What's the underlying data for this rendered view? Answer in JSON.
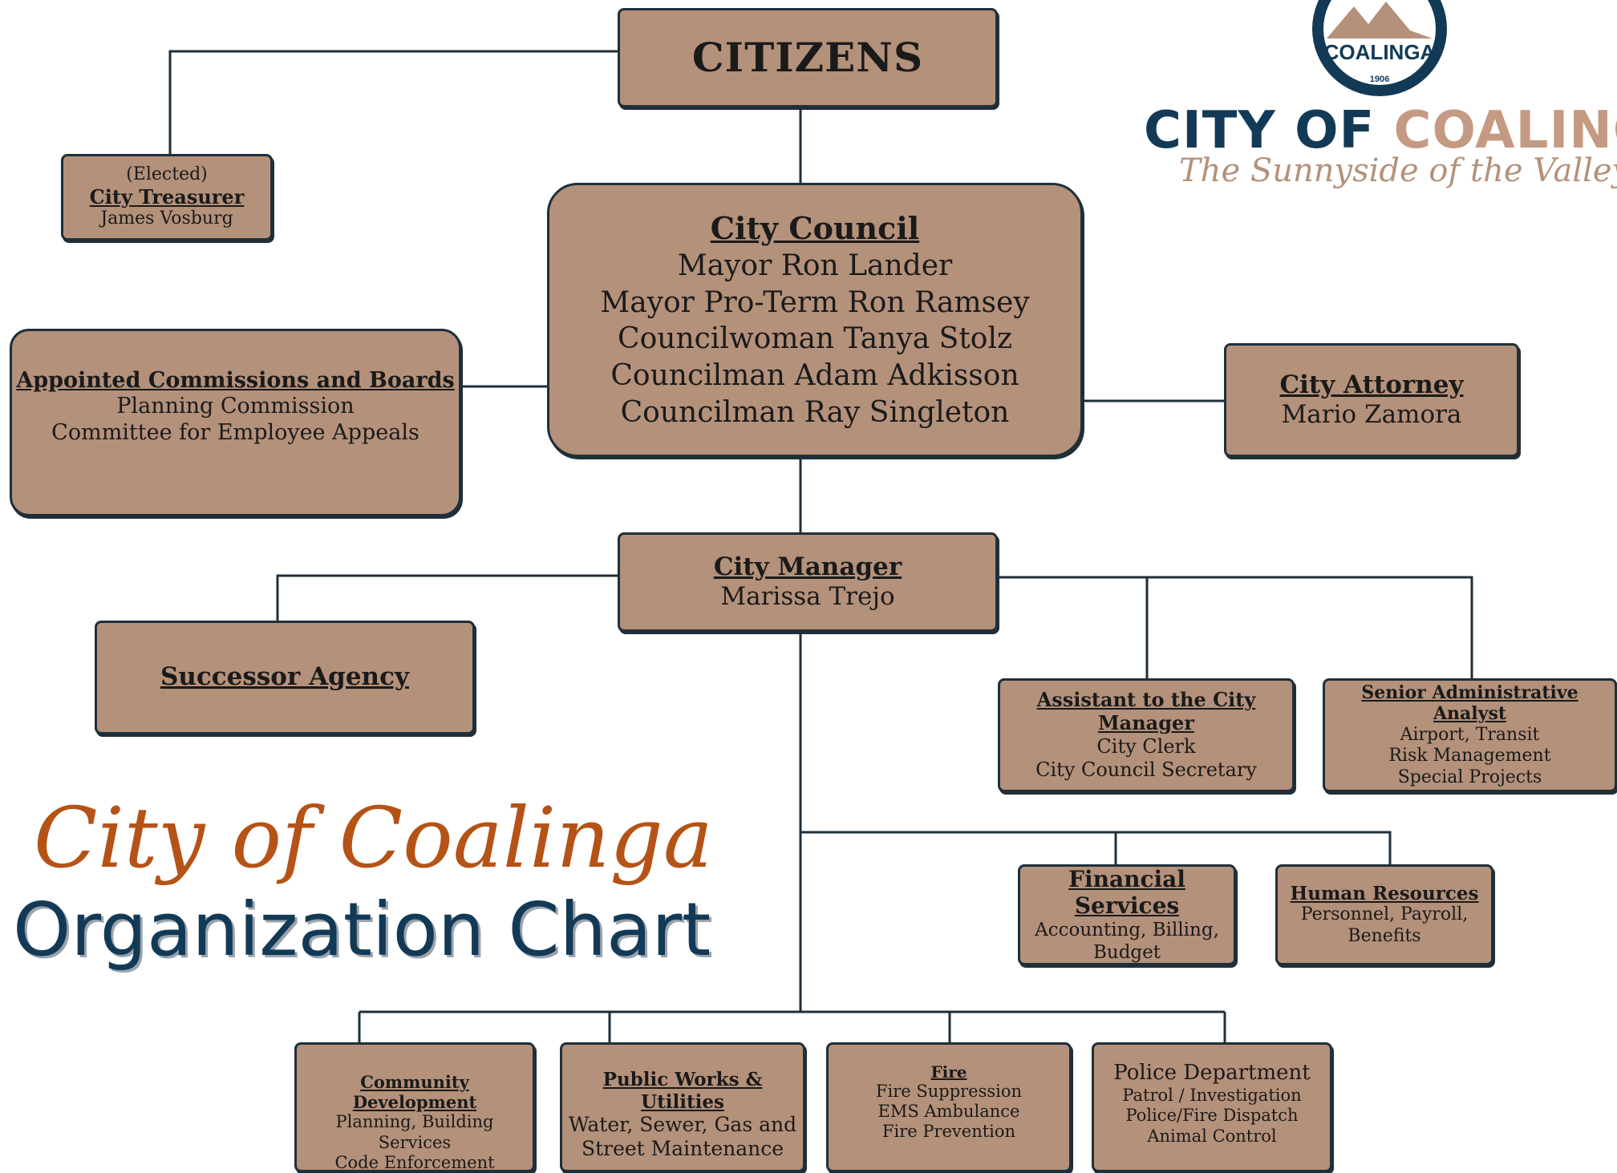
{
  "colors": {
    "box_fill": "#b4917a",
    "box_border": "#1f2f3a",
    "navy": "#123a57",
    "rust": "#b55317",
    "tan": "#b4917a"
  },
  "citizens": {
    "title": "CITIZENS"
  },
  "treasurer": {
    "note": "(Elected)",
    "title": "City Treasurer",
    "name": "James Vosburg"
  },
  "council": {
    "title": "City Council",
    "members": [
      "Mayor Ron Lander",
      "Mayor Pro-Term Ron Ramsey",
      "Councilwoman Tanya Stolz",
      "Councilman Adam Adkisson",
      "Councilman Ray Singleton"
    ]
  },
  "commissions": {
    "title": "Appointed Commissions and Boards",
    "items": [
      "Planning Commission",
      "Committee for Employee Appeals"
    ]
  },
  "attorney": {
    "title": "City Attorney",
    "name": "Mario Zamora"
  },
  "manager": {
    "title": "City Manager",
    "name": "Marissa Trejo"
  },
  "successor": {
    "title": "Successor Agency"
  },
  "assistant": {
    "title": "Assistant to the City Manager",
    "items": [
      "City Clerk",
      "City Council Secretary"
    ]
  },
  "analyst": {
    "title": "Senior Administrative Analyst",
    "items": [
      "Airport, Transit",
      "Risk Management",
      "Special Projects"
    ]
  },
  "finance": {
    "title": "Financial Services",
    "items": [
      "Accounting, Billing,",
      "Budget"
    ]
  },
  "hr": {
    "title": "Human Resources",
    "items": [
      "Personnel, Payroll,",
      "Benefits"
    ]
  },
  "community": {
    "title": "Community Development",
    "items": [
      "Planning, Building Services",
      "Code Enforcement"
    ]
  },
  "publicworks": {
    "title": "Public Works & Utilities",
    "items": [
      "Water, Sewer, Gas and",
      "Street Maintenance"
    ]
  },
  "fire": {
    "title": "Fire",
    "items": [
      "Fire Suppression",
      "EMS Ambulance",
      "Fire Prevention"
    ]
  },
  "police": {
    "title": "Police Department",
    "items": [
      "Patrol / Investigation",
      "Police/Fire Dispatch",
      "Animal Control"
    ]
  },
  "logo": {
    "seal_text": "COALINGA",
    "seal_year": "1906",
    "brand_part1": "CITY OF ",
    "brand_part2": "COALINGA",
    "tagline": "The Sunnyside of the Valley"
  },
  "heading": {
    "line1": "City of Coalinga",
    "line2": "Organization Chart"
  }
}
